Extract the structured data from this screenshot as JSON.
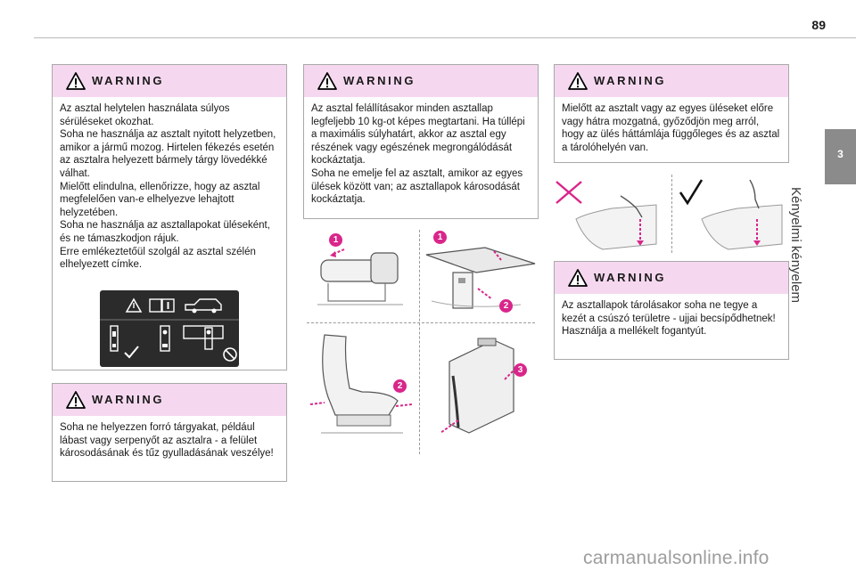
{
  "page": {
    "number": "89"
  },
  "chapter": {
    "number": "3",
    "title": "Kényelmi kényelem"
  },
  "warnings": [
    {
      "title": "WARNING",
      "text": "Az asztal helytelen használata súlyos sérüléseket okozhat.\nSoha ne használja az asztalt nyitott helyzetben, amikor a jármű mozog. Hirtelen fékezés esetén az asztalra helyezett bármely tárgy lövedékké válhat.\nMielőtt elindulna, ellenőrizze, hogy az asztal megfelelően van-e elhelyezve lehajtott helyzetében.\nSoha ne használja az asztallapokat üléseként, és ne támaszkodjon rájuk.\nErre emlékeztetőül szolgál az asztal szélén elhelyezett címke."
    },
    {
      "title": "WARNING",
      "text": "Soha ne helyezzen forró tárgyakat, például lábast vagy serpenyőt az asztalra - a felület károsodásának és tűz gyulladásának veszélye!"
    },
    {
      "title": "WARNING",
      "text": "Az asztal felállításakor minden asztallap legfeljebb 10 kg-ot képes megtartani. Ha túllépi a maximális súlyhatárt, akkor az asztal egy részének vagy egészének megrongálódását kockáztatja.\nSoha ne emelje fel az asztalt, amikor az egyes ülések között van; az asztallapok károsodását kockáztatja."
    },
    {
      "title": "WARNING",
      "text": "Mielőtt az asztalt vagy az egyes üléseket előre vagy hátra mozgatná, győződjön meg arról, hogy az ülés háttámlája függőleges és az asztal a tárolóhelyén van."
    },
    {
      "title": "WARNING",
      "text": "Az asztallapok tárolásakor soha ne tegye a kezét a csúszó területre - ujjai becsípődhetnek! Használja a mellékelt fogantyút."
    }
  ],
  "badges": [
    "1",
    "1",
    "2",
    "2",
    "3"
  ],
  "watermark": "carmanualsonline.info",
  "colors": {
    "accent": "#d9268a",
    "warning_header": "#f5d8ef",
    "chapter_tab": "#8b8b8b"
  }
}
